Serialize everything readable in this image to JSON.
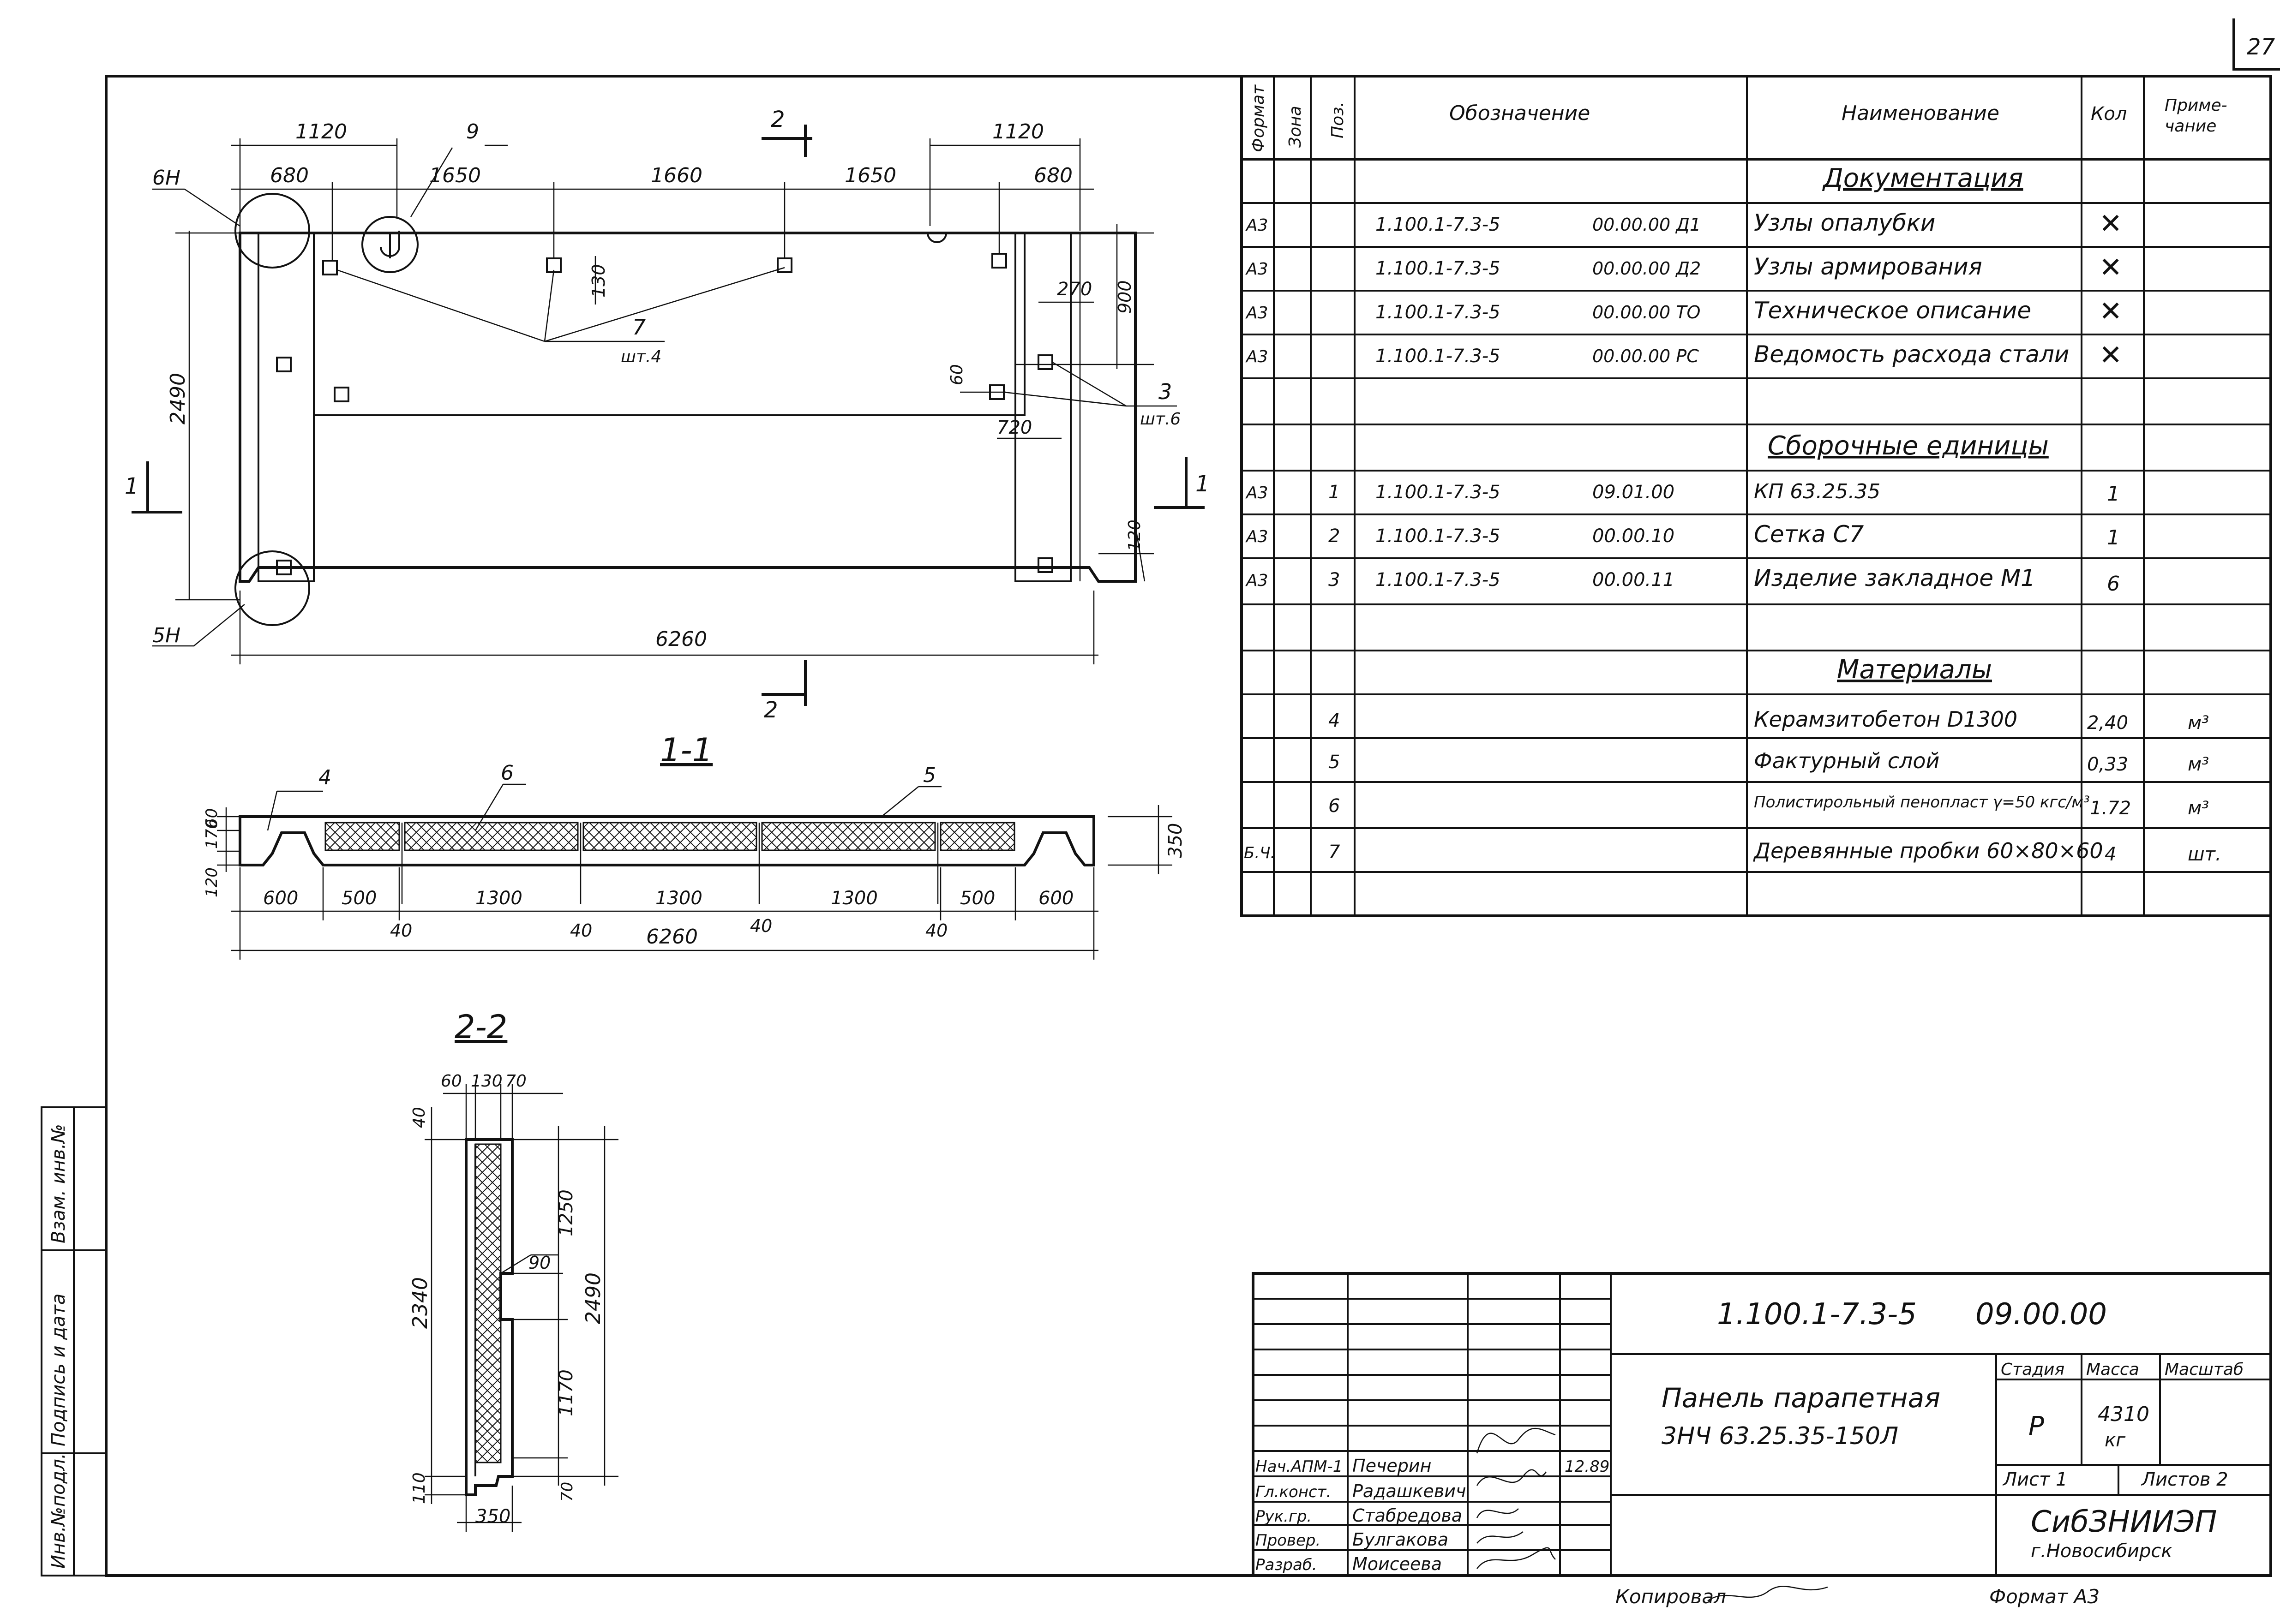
{
  "sheet_number": "27",
  "spec_table": {
    "headers": {
      "format": "Формат",
      "zone": "Зона",
      "pos": "Поз.",
      "designation": "Обозначение",
      "name": "Наименование",
      "qty": "Кол",
      "note": "Приме-чание"
    },
    "sections": {
      "documentation": "Документация",
      "assemblies": "Сборочные единицы",
      "materials": "Материалы"
    },
    "doc_rows": [
      {
        "format": "А3",
        "designation": "1.100.1-7.3-5",
        "code": "00.00.00 Д1",
        "name": "Узлы опалубки",
        "qty": "✕"
      },
      {
        "format": "А3",
        "designation": "1.100.1-7.3-5",
        "code": "00.00.00 Д2",
        "name": "Узлы армирования",
        "qty": "✕"
      },
      {
        "format": "А3",
        "designation": "1.100.1-7.3-5",
        "code": "00.00.00 ТО",
        "name": "Техническое описание",
        "qty": "✕"
      },
      {
        "format": "А3",
        "designation": "1.100.1-7.3-5",
        "code": "00.00.00 РС",
        "name": "Ведомость расхода стали",
        "qty": "✕"
      }
    ],
    "asm_rows": [
      {
        "format": "А3",
        "pos": "1",
        "designation": "1.100.1-7.3-5",
        "code": "09.01.00",
        "name": "КП 63.25.35",
        "qty": "1"
      },
      {
        "format": "А3",
        "pos": "2",
        "designation": "1.100.1-7.3-5",
        "code": "00.00.10",
        "name": "Сетка С7",
        "qty": "1"
      },
      {
        "format": "А3",
        "pos": "3",
        "designation": "1.100.1-7.3-5",
        "code": "00.00.11",
        "name": "Изделие закладное М1",
        "qty": "6"
      }
    ],
    "mat_rows": [
      {
        "format": "",
        "pos": "4",
        "name": "Керамзитобетон D1300",
        "qty": "2,40",
        "note": "м³"
      },
      {
        "format": "",
        "pos": "5",
        "name": "Фактурный слой",
        "qty": "0,33",
        "note": "м³"
      },
      {
        "format": "",
        "pos": "6",
        "name": "Полистирольный пенопласт γ=50 кгс/м³",
        "qty": "1.72",
        "note": "м³"
      },
      {
        "format": "Б.Ч.",
        "pos": "7",
        "name": "Деревянные пробки 60×80×60",
        "qty": "4",
        "note": "шт."
      }
    ]
  },
  "plan": {
    "dims_top1": [
      "1120",
      "9",
      "1120"
    ],
    "dims_top2": [
      "680",
      "1650",
      "1660",
      "1650",
      "680"
    ],
    "section_mark": "2",
    "label_6n": "6Н",
    "label_5n": "5Н",
    "dim_2490": "2490",
    "dim_6260": "6260",
    "dim_130": "130",
    "dim_900": "900",
    "dim_270": "270",
    "dim_60": "60",
    "dim_720": "720",
    "dim_120": "120",
    "callout_7": "7",
    "callout_7_qty": "шт.4",
    "callout_3": "3",
    "callout_3_qty": "шт.6",
    "section_1": "1"
  },
  "section_11": {
    "title": "1-1",
    "callouts": [
      "4",
      "6",
      "5"
    ],
    "left_dims": [
      "60",
      "170",
      "120"
    ],
    "right_dim": "350",
    "bottom_dims": [
      "600",
      "500",
      "1300",
      "1300",
      "1300",
      "500",
      "600"
    ],
    "gap_dims": [
      "40",
      "40",
      "40",
      "40"
    ],
    "total": "6260"
  },
  "section_22": {
    "title": "2-2",
    "top_dims": [
      "60",
      "130",
      "70"
    ],
    "dim_40": "40",
    "dim_2340": "2340",
    "dim_110": "110",
    "dim_350": "350",
    "dim_90": "90",
    "dim_1250": "1250",
    "dim_1170": "1170",
    "dim_70": "70",
    "dim_2490": "2490"
  },
  "side_stamp": [
    "Инв.№подл.",
    "Подпись и дата",
    "Взам. инв.№"
  ],
  "title_block": {
    "code": "1.100.1-7.3-5",
    "sheet_code": "09.00.00",
    "title_line1": "Панель парапетная",
    "title_line2": "3НЧ 63.25.35-150Л",
    "stage_label": "Стадия",
    "mass_label": "Масса",
    "scale_label": "Масштаб",
    "stage": "Р",
    "mass": "4310",
    "mass_unit": "кг",
    "sheet_label": "Лист 1",
    "sheets_label": "Листов 2",
    "org": "СибЗНИИЭП",
    "city": "г.Новосибирск",
    "date": "12.89",
    "roles": [
      {
        "role": "Нач.АПМ-1",
        "name": "Печерин"
      },
      {
        "role": "Гл.конст.",
        "name": "Радашкевич"
      },
      {
        "role": "Рук.гр.",
        "name": "Стабредова"
      },
      {
        "role": "Провер.",
        "name": "Булгакова"
      },
      {
        "role": "Разраб.",
        "name": "Моисеева"
      }
    ]
  },
  "copied_by": "Копировал",
  "format": "Формат А3"
}
